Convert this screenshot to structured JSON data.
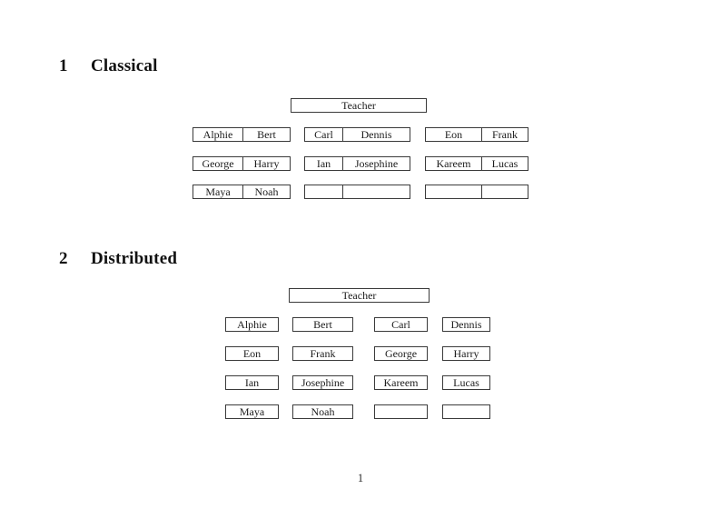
{
  "page": {
    "number": "1"
  },
  "sections": [
    {
      "number": "1",
      "title": "Classical",
      "teacher_label": "Teacher",
      "desks": [
        [
          [
            "Alphie",
            "Bert"
          ],
          [
            "Carl",
            "Dennis"
          ],
          [
            "Eon",
            "Frank"
          ]
        ],
        [
          [
            "George",
            "Harry"
          ],
          [
            "Ian",
            "Josephine"
          ],
          [
            "Kareem",
            "Lucas"
          ]
        ],
        [
          [
            "Maya",
            "Noah"
          ],
          [
            "",
            ""
          ],
          [
            "",
            ""
          ]
        ]
      ]
    },
    {
      "number": "2",
      "title": "Distributed",
      "teacher_label": "Teacher",
      "desks": [
        [
          "Alphie",
          "Bert",
          "Carl",
          "Dennis"
        ],
        [
          "Eon",
          "Frank",
          "George",
          "Harry"
        ],
        [
          "Ian",
          "Josephine",
          "Kareem",
          "Lucas"
        ],
        [
          "Maya",
          "Noah",
          "",
          ""
        ]
      ]
    }
  ]
}
